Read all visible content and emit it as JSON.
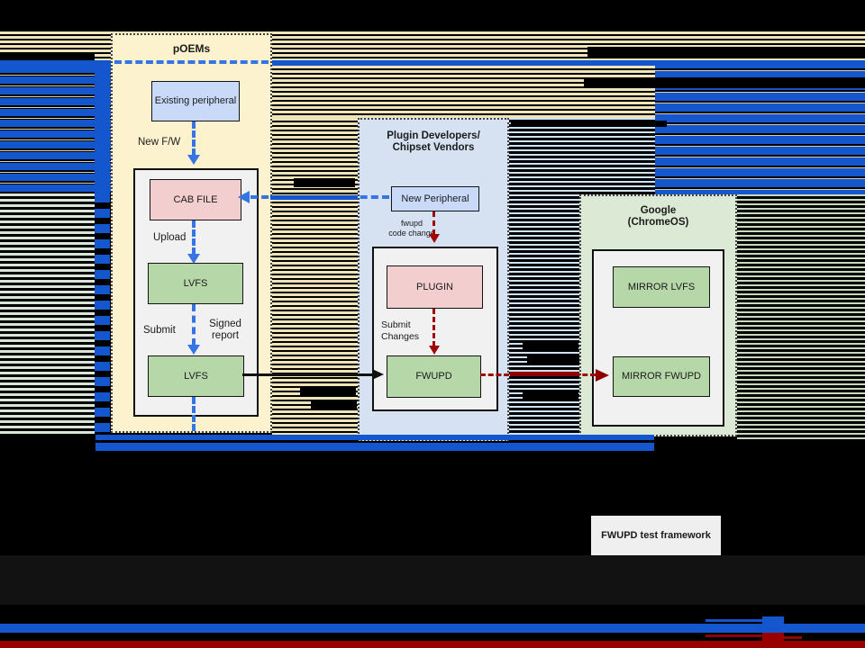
{
  "colors": {
    "background": "#000000",
    "accent_blue": "#1356ce",
    "dash_blue": "#3574e3",
    "dark_red": "#990000",
    "tan_stripe": "#efe3ba",
    "poems_panel_fill": "#fdf2ce",
    "plugin_panel_fill": "#d6e2f2",
    "google_panel_fill": "#dce9d4",
    "node_blue": "#c9daf8",
    "node_pink": "#f3cece",
    "node_green": "#b6d7a8",
    "inner_gray": "#f1f1f2",
    "framework_fill": "#efefef"
  },
  "poems": {
    "title": "pOEMs",
    "existing_peripheral": "Existing peripheral",
    "new_fw_label": "New F/W",
    "cab_file": "CAB FILE",
    "upload_label": "Upload",
    "lvfs_1": "LVFS",
    "submit_label": "Submit",
    "signed_report_label": "Signed report",
    "lvfs_2": "LVFS"
  },
  "plugin": {
    "title_line1": "Plugin Developers/",
    "title_line2": "Chipset Vendors",
    "new_peripheral": "New Peripheral",
    "code_change_line1": "fwupd",
    "code_change_line2": "code change",
    "plugin_node": "PLUGIN",
    "submit_changes_line1": "Submit",
    "submit_changes_line2": "Changes",
    "fwupd_node": "FWUPD"
  },
  "google": {
    "title_line1": "Google",
    "title_line2": "(ChromeOS)",
    "mirror_lvfs": "MIRROR LVFS",
    "mirror_fwupd": "MIRROR FWUPD"
  },
  "bottom": {
    "framework_label": "FWUPD test framework"
  }
}
